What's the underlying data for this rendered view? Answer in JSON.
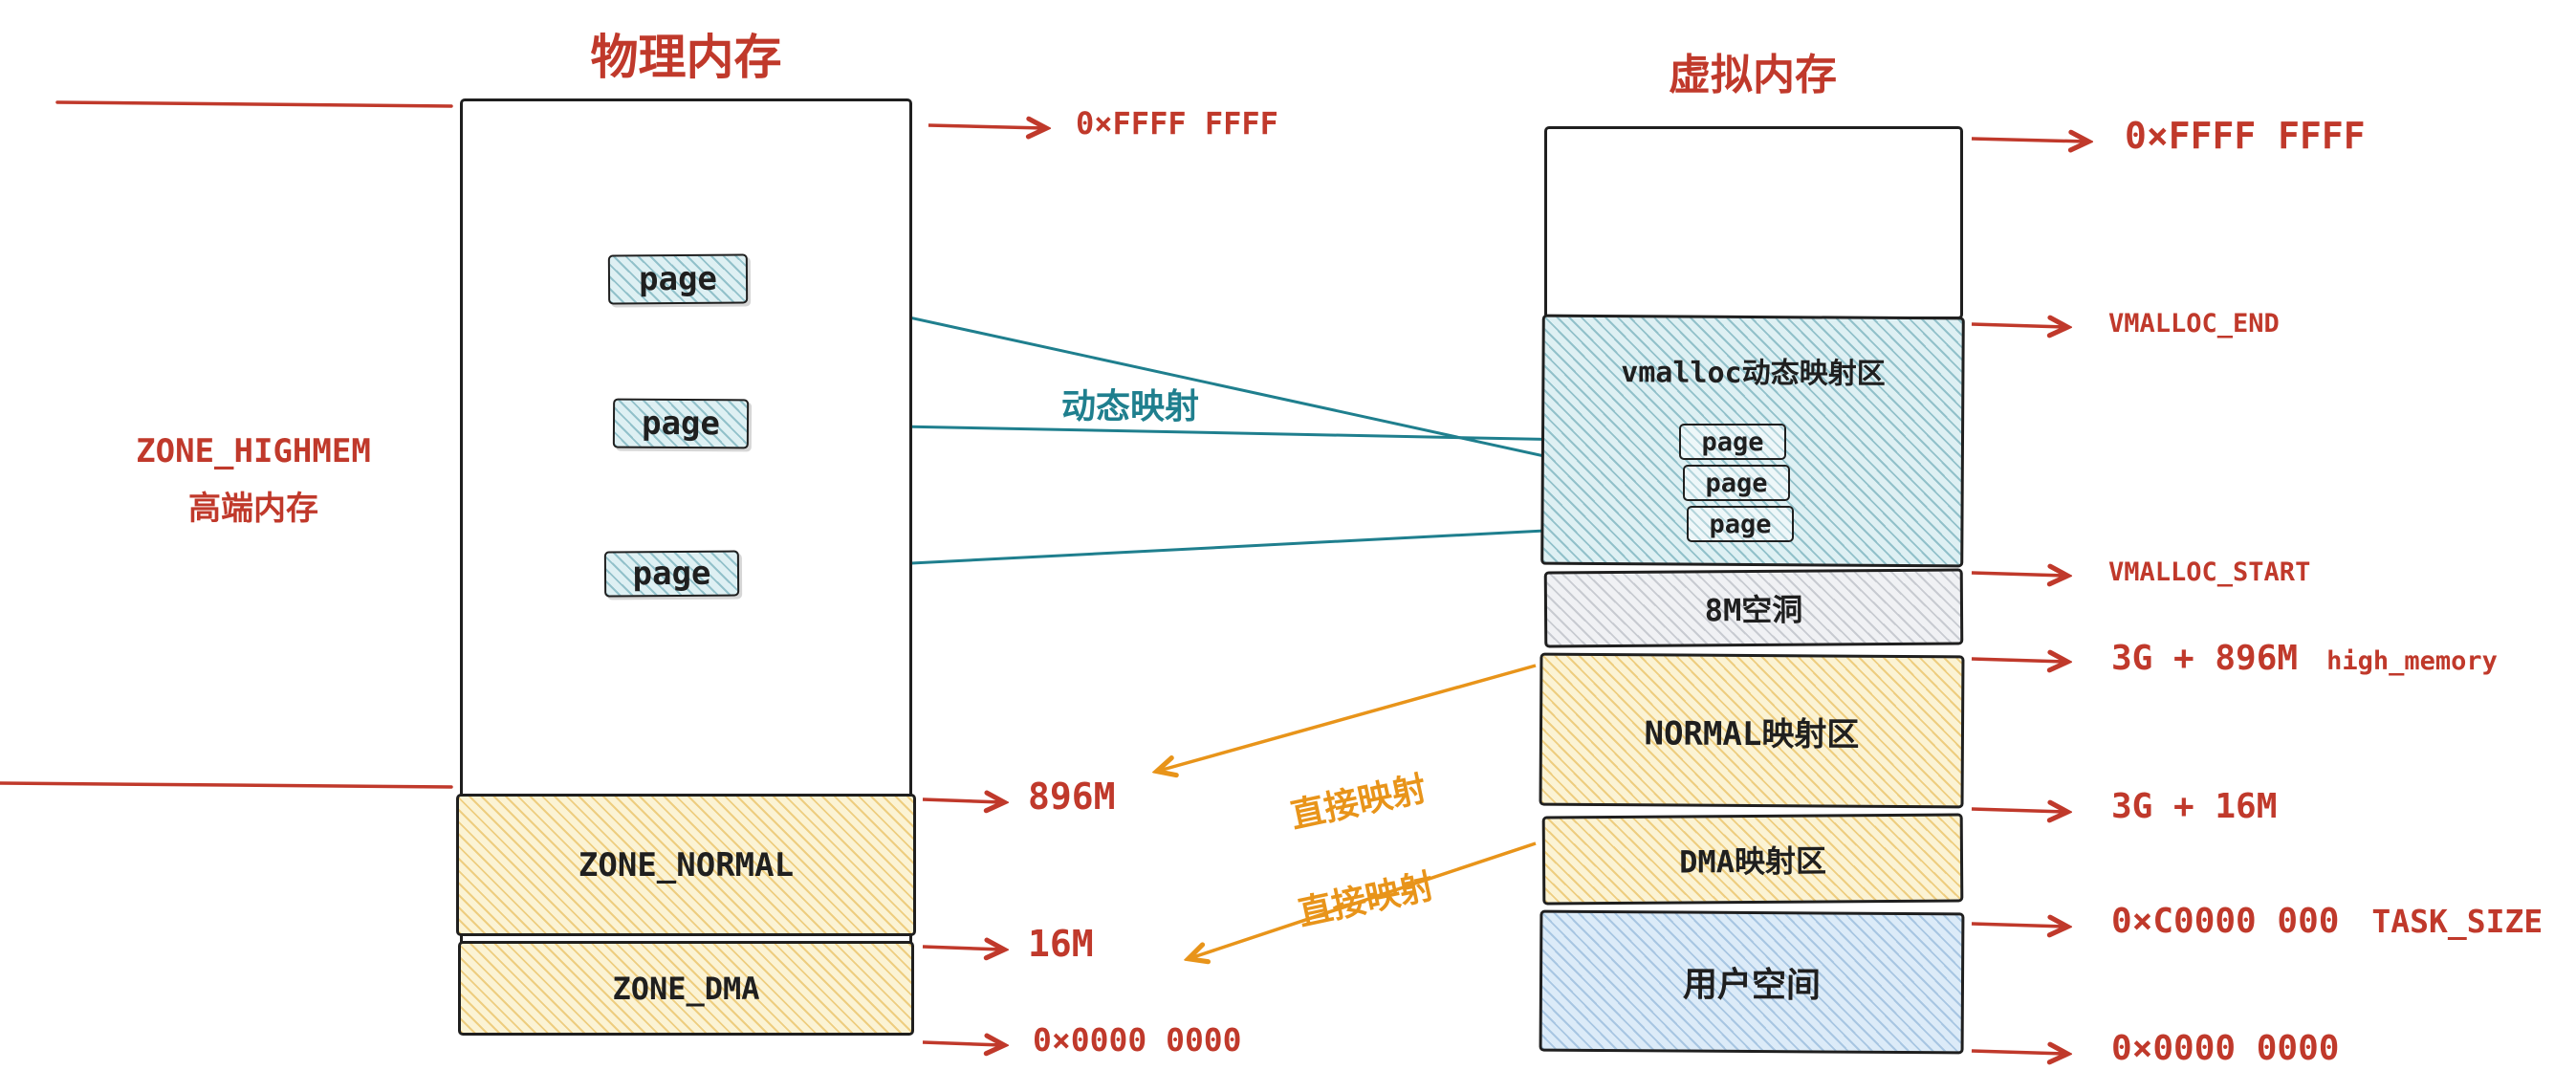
{
  "colors": {
    "red": "#c0392b",
    "teal": "#1f7f8e",
    "orange": "#e8941a",
    "ink": "#1f1f1f",
    "yellow_fill": "#fbf3d4",
    "teal_fill": "#def0f3",
    "gray_fill": "#f0f1f4",
    "blue_fill": "#dcebf8"
  },
  "physical": {
    "title": "物理内存",
    "highmem": {
      "line1": "ZONE_HIGHMEM",
      "line2": "高端内存"
    },
    "zones": [
      {
        "label": "ZONE_NORMAL"
      },
      {
        "label": "ZONE_DMA"
      }
    ],
    "pages": [
      {
        "label": "page"
      },
      {
        "label": "page"
      },
      {
        "label": "page"
      }
    ],
    "markers": [
      {
        "label": "0×FFFF FFFF"
      },
      {
        "label": "896M"
      },
      {
        "label": "16M"
      },
      {
        "label": "0×0000 0000"
      }
    ]
  },
  "virtual": {
    "title": "虚拟内存",
    "sections": [
      {
        "label": "vmalloc动态映射区"
      },
      {
        "label": "8M空洞"
      },
      {
        "label": "NORMAL映射区"
      },
      {
        "label": "DMA映射区"
      },
      {
        "label": "用户空间"
      }
    ],
    "pages": [
      {
        "label": "page"
      },
      {
        "label": "page"
      },
      {
        "label": "page"
      }
    ],
    "markers": [
      {
        "label": "0×FFFF FFFF"
      },
      {
        "label": "VMALLOC_END"
      },
      {
        "label": "VMALLOC_START"
      },
      {
        "label": "3G + 896M",
        "sub": "high_memory"
      },
      {
        "label": "3G + 16M"
      },
      {
        "label": "0×C0000 000",
        "sub": "TASK_SIZE"
      },
      {
        "label": "0×0000 0000"
      }
    ]
  },
  "mappings": {
    "dynamic_label": "动态映射",
    "direct_label_1": "直接映射",
    "direct_label_2": "直接映射"
  }
}
